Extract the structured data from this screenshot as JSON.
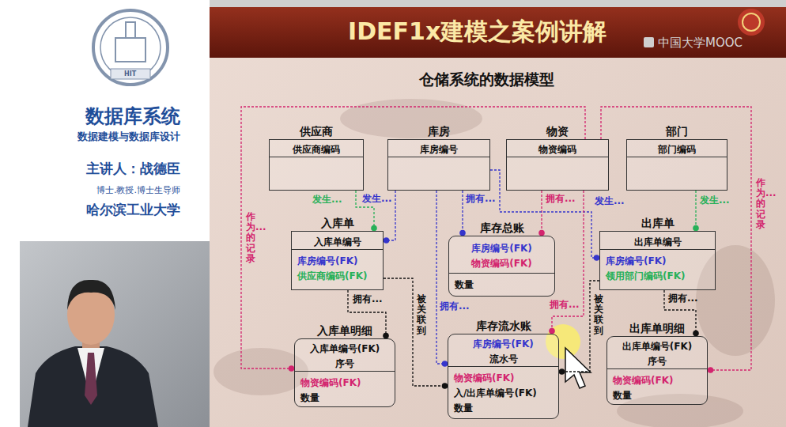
{
  "diagram": {
    "title": "IDEF1x建模之案例讲解",
    "nodes": [
      {
        "text": [
          "供应商",
          "供应商编码"
        ]
      },
      {
        "text": [
          "库房",
          "库房编号"
        ]
      },
      {
        "text": [
          "物资",
          "物资编码"
        ]
      },
      {
        "text": [
          "部门",
          "部门编码"
        ]
      },
      {
        "text": [
          "入库单",
          "入库单编号",
          "库房编号(FK)",
          "供应商编码(FK)"
        ]
      },
      {
        "text": [
          "库存总账",
          "库房编号(FK)",
          "物资编码(FK)",
          "数量"
        ]
      },
      {
        "text": [
          "出库单",
          "出库单编号",
          "库房编号(FK)",
          "领用部门编码(FK)"
        ]
      },
      {
        "text": [
          "入库单明细",
          "入库单编号(FK)",
          "序号",
          "物资编码(FK)",
          "数量"
        ]
      },
      {
        "text": [
          "库存流水账",
          "库房编号(FK)",
          "流水号",
          "物资编码(FK)",
          "入/出库单编号(FK)",
          "数量"
        ]
      },
      {
        "text": [
          "出库单明细",
          "出库单编号(FK)",
          "序号",
          "物资编码(FK)",
          "数量"
        ]
      }
    ],
    "edges": [
      {
        "from": 0,
        "to": 4,
        "label": "发生...",
        "arrow": "to"
      },
      {
        "from": 1,
        "to": 4,
        "label": "发生...",
        "arrow": "to"
      },
      {
        "from": 1,
        "to": 5,
        "label": "拥有...",
        "arrow": "to"
      },
      {
        "from": 2,
        "to": 5,
        "label": "拥有...",
        "arrow": "to"
      },
      {
        "from": 1,
        "to": 6,
        "label": "发生...",
        "arrow": "to"
      },
      {
        "from": 3,
        "to": 6,
        "label": "发生...",
        "arrow": "to"
      },
      {
        "from": 4,
        "to": 7,
        "label": "拥有...",
        "arrow": "to"
      },
      {
        "from": 1,
        "to": 8,
        "label": "拥有...",
        "arrow": "to"
      },
      {
        "from": 2,
        "to": 8,
        "label": "拥有...",
        "arrow": "to"
      },
      {
        "from": 4,
        "to": 8,
        "label": "被关联到",
        "arrow": "to"
      },
      {
        "from": 6,
        "to": 8,
        "label": "被关联到",
        "arrow": "to"
      },
      {
        "from": 6,
        "to": 9,
        "label": "拥有...",
        "arrow": "to"
      },
      {
        "from": 2,
        "to": 7,
        "label": "作为...的记录",
        "arrow": "to"
      },
      {
        "from": 2,
        "to": 9,
        "label": "作为...的记录",
        "arrow": "to"
      }
    ],
    "labels": [
      "仓储系统的数据模型",
      "中国大学MOOC",
      "数据库系统",
      "数据建模与数据库设计",
      "主讲人：战德臣",
      "博士.教授.博士生导师",
      "哈尔滨工业大学",
      "HIT"
    ]
  }
}
